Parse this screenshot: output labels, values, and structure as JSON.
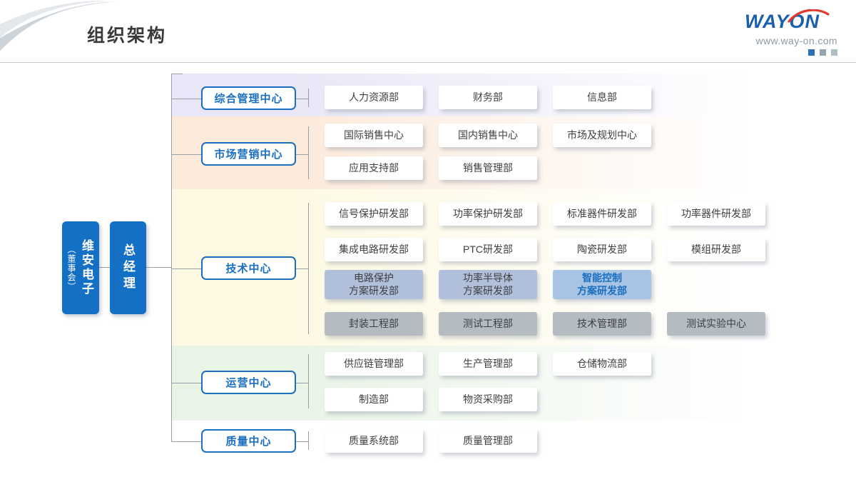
{
  "page": {
    "title": "组织架构"
  },
  "header": {
    "logo": "WAYON",
    "website": "www.way-on.com",
    "square_colors": [
      "#2d6fb7",
      "#93a5ae",
      "#aebcc4"
    ]
  },
  "colors": {
    "primary_blue": "#1470c4",
    "outline_blue": "#1a6fc0",
    "line_gray": "#98a0a7",
    "dept_text": "#3d4043",
    "bluegray_bg": "#b1c0da",
    "bluetext_bg": "#a8c3e3",
    "bluetext_color": "#1a6fc0",
    "gray_bg": "#b4bbc1",
    "logo_blue": "#1b5fae",
    "logo_red": "#e23b2e"
  },
  "org": {
    "root": {
      "label": "维安电子",
      "sub": "（董事会）"
    },
    "gm": {
      "label": "总经理"
    },
    "groups": [
      {
        "name": "综合管理中心",
        "band_color": "#e9e7f7",
        "rows": [
          [
            {
              "label": "人力资源部",
              "style": "white"
            },
            {
              "label": "财务部",
              "style": "white"
            },
            {
              "label": "信息部",
              "style": "white"
            }
          ]
        ]
      },
      {
        "name": "市场营销中心",
        "band_color": "#fceadb",
        "rows": [
          [
            {
              "label": "国际销售中心",
              "style": "white"
            },
            {
              "label": "国内销售中心",
              "style": "white"
            },
            {
              "label": "市场及规划中心",
              "style": "white"
            }
          ],
          [
            {
              "label": "应用支持部",
              "style": "white"
            },
            {
              "label": "销售管理部",
              "style": "white"
            }
          ]
        ]
      },
      {
        "name": "技术中心",
        "band_color": "#fdf9e3",
        "rows": [
          [
            {
              "label": "信号保护研发部",
              "style": "white"
            },
            {
              "label": "功率保护研发部",
              "style": "white"
            },
            {
              "label": "标准器件研发部",
              "style": "white"
            },
            {
              "label": "功率器件研发部",
              "style": "white"
            }
          ],
          [
            {
              "label": "集成电路研发部",
              "style": "white"
            },
            {
              "label": "PTC研发部",
              "style": "white"
            },
            {
              "label": "陶瓷研发部",
              "style": "white"
            },
            {
              "label": "模组研发部",
              "style": "white"
            }
          ],
          [
            {
              "label": "电路保护\n方案研发部",
              "style": "bluegray"
            },
            {
              "label": "功率半导体\n方案研发部",
              "style": "bluegray"
            },
            {
              "label": "智能控制\n方案研发部",
              "style": "bluetext"
            }
          ],
          [
            {
              "label": "封装工程部",
              "style": "gray"
            },
            {
              "label": "测试工程部",
              "style": "gray"
            },
            {
              "label": "技术管理部",
              "style": "gray"
            },
            {
              "label": "测试实验中心",
              "style": "gray"
            }
          ]
        ]
      },
      {
        "name": "运营中心",
        "band_color": "#e9f3e6",
        "rows": [
          [
            {
              "label": "供应链管理部",
              "style": "white"
            },
            {
              "label": "生产管理部",
              "style": "white"
            },
            {
              "label": "仓储物流部",
              "style": "white"
            }
          ],
          [
            {
              "label": "制造部",
              "style": "white"
            },
            {
              "label": "物资采购部",
              "style": "white"
            }
          ]
        ]
      },
      {
        "name": "质量中心",
        "band_color": "#ffffff",
        "rows": [
          [
            {
              "label": "质量系统部",
              "style": "white"
            },
            {
              "label": "质量管理部",
              "style": "white"
            }
          ]
        ]
      }
    ]
  }
}
